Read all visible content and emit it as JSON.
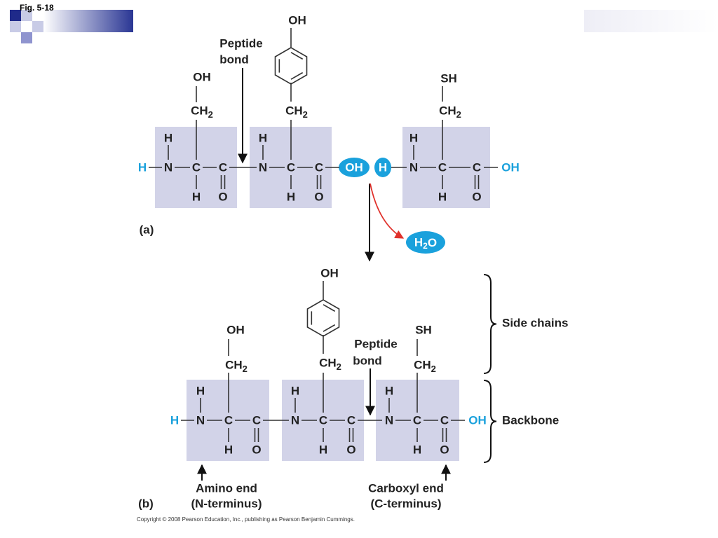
{
  "slide": {
    "figure_label": "Fig. 5-18",
    "copyright": "Copyright © 2008 Pearson Education, Inc., publishing as Pearson Benjamin Cummings."
  },
  "atoms": {
    "H": "H",
    "N": "N",
    "C": "C",
    "O": "O",
    "OH": "OH",
    "SH": "SH",
    "CH2": "CH",
    "sub2": "2"
  },
  "panel_a": {
    "label": "(a)",
    "peptide_bond_label": [
      "Peptide",
      "bond"
    ],
    "water": {
      "main": "H",
      "sub": "2",
      "end": "O"
    }
  },
  "panel_b": {
    "label": "(b)",
    "peptide_bond_label": [
      "Peptide",
      "bond"
    ],
    "side_chains_label": "Side chains",
    "backbone_label": "Backbone",
    "amino_end": [
      "Amino end",
      "(N-terminus)"
    ],
    "carboxyl_end": [
      "Carboxyl end",
      "(C-terminus)"
    ]
  },
  "colors": {
    "box": "#d2d3e8",
    "cyan": "#1aa1dc",
    "arrow_red": "#e0312b",
    "deco_navy": "#1f2a8a"
  }
}
